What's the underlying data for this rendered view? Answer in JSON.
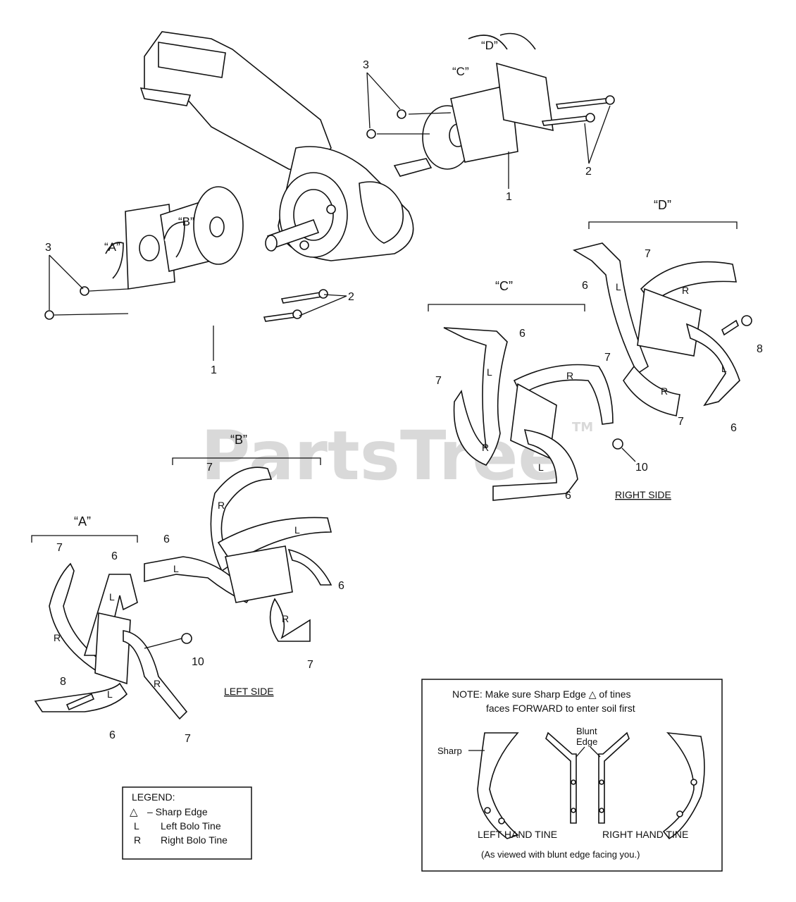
{
  "watermark": {
    "text": "PartsTree",
    "tm": "TM"
  },
  "groups": {
    "a": "“A”",
    "b": "“B”",
    "c": "“C”",
    "d": "“D”"
  },
  "callouts": {
    "n1": "1",
    "n2": "2",
    "n3": "3",
    "n6": "6",
    "n7": "7",
    "n8": "8",
    "n10": "10"
  },
  "tine_marks": {
    "left": "L",
    "right": "R"
  },
  "sides": {
    "left": "LEFT SIDE",
    "right": "RIGHT SIDE"
  },
  "legend": {
    "title": "LEGEND:",
    "rows": [
      {
        "symbol": "△",
        "text": "– Sharp Edge"
      },
      {
        "symbol": "L",
        "text": "Left Bolo Tine"
      },
      {
        "symbol": "R",
        "text": "Right Bolo Tine"
      }
    ]
  },
  "note": {
    "line1": "NOTE:  Make sure Sharp Edge △ of tines",
    "line2": "faces FORWARD to enter soil first",
    "sharp": "Sharp",
    "blunt1": "Blunt",
    "blunt2": "Edge",
    "left_tine": "LEFT HAND TINE",
    "right_tine": "RIGHT HAND TINE",
    "footer": "(As viewed with blunt edge facing you.)"
  }
}
